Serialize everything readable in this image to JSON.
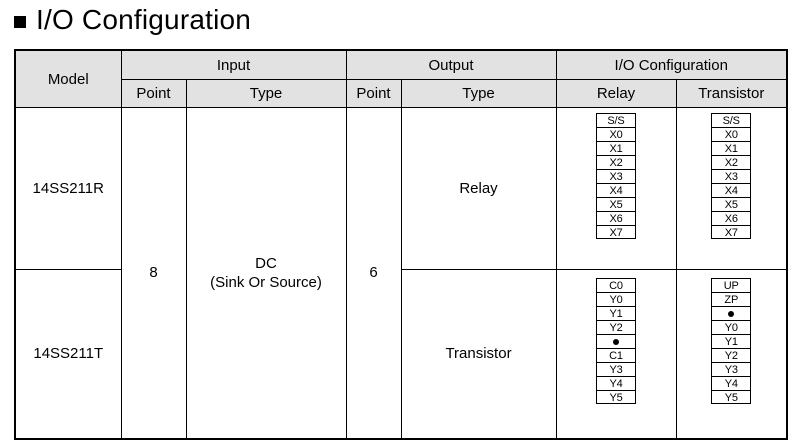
{
  "page": {
    "title": "I/O Configuration",
    "bullet_icon": "filled-square-bullet"
  },
  "table": {
    "headers": {
      "model": "Model",
      "input": "Input",
      "output": "Output",
      "io_configuration": "I/O Configuration",
      "input_point": "Point",
      "input_type": "Type",
      "output_point": "Point",
      "output_type": "Type",
      "relay": "Relay",
      "transistor": "Transistor"
    },
    "rows": [
      {
        "model": "14SS211R",
        "output_type": "Relay"
      },
      {
        "model": "14SS211T",
        "output_type": "Transistor"
      }
    ],
    "shared": {
      "input_point": "8",
      "input_type_line1": "DC",
      "input_type_line2": "(Sink Or Source)",
      "output_point": "6"
    },
    "io_config": {
      "relay": {
        "upper": [
          "S/S",
          "X0",
          "X1",
          "X2",
          "X3",
          "X4",
          "X5",
          "X6",
          "X7"
        ],
        "lower": [
          "C0",
          "Y0",
          "Y1",
          "Y2",
          "●",
          "C1",
          "Y3",
          "Y4",
          "Y5"
        ],
        "lower_dot_index": 4
      },
      "transistor": {
        "upper": [
          "S/S",
          "X0",
          "X1",
          "X2",
          "X3",
          "X4",
          "X5",
          "X6",
          "X7"
        ],
        "lower": [
          "UP",
          "ZP",
          "●",
          "Y0",
          "Y1",
          "Y2",
          "Y3",
          "Y4",
          "Y5"
        ],
        "lower_dot_index": 2
      }
    }
  },
  "colors": {
    "header_background": "#e2e2e2",
    "border": "#000000",
    "text": "#000000",
    "page_background": "#ffffff"
  }
}
